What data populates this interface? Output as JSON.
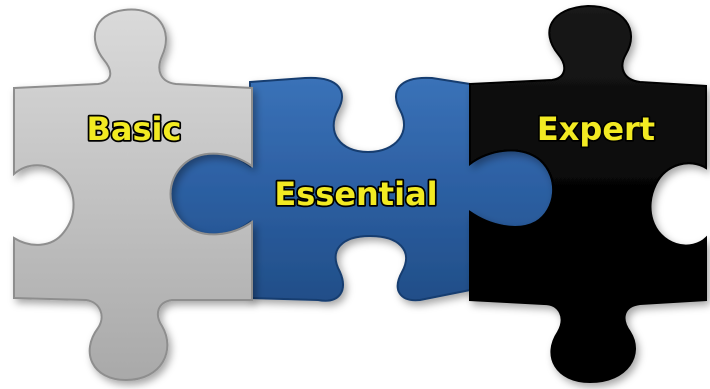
{
  "pieces": [
    {
      "label": "Basic",
      "fill": "#c4c4c4",
      "edge": "#8e8e8e"
    },
    {
      "label": "Essential",
      "fill": "#2e63a6",
      "edge": "#173e70"
    },
    {
      "label": "Expert",
      "fill": "#060606",
      "edge": "#000000"
    }
  ],
  "label_color": "#f2ea22"
}
